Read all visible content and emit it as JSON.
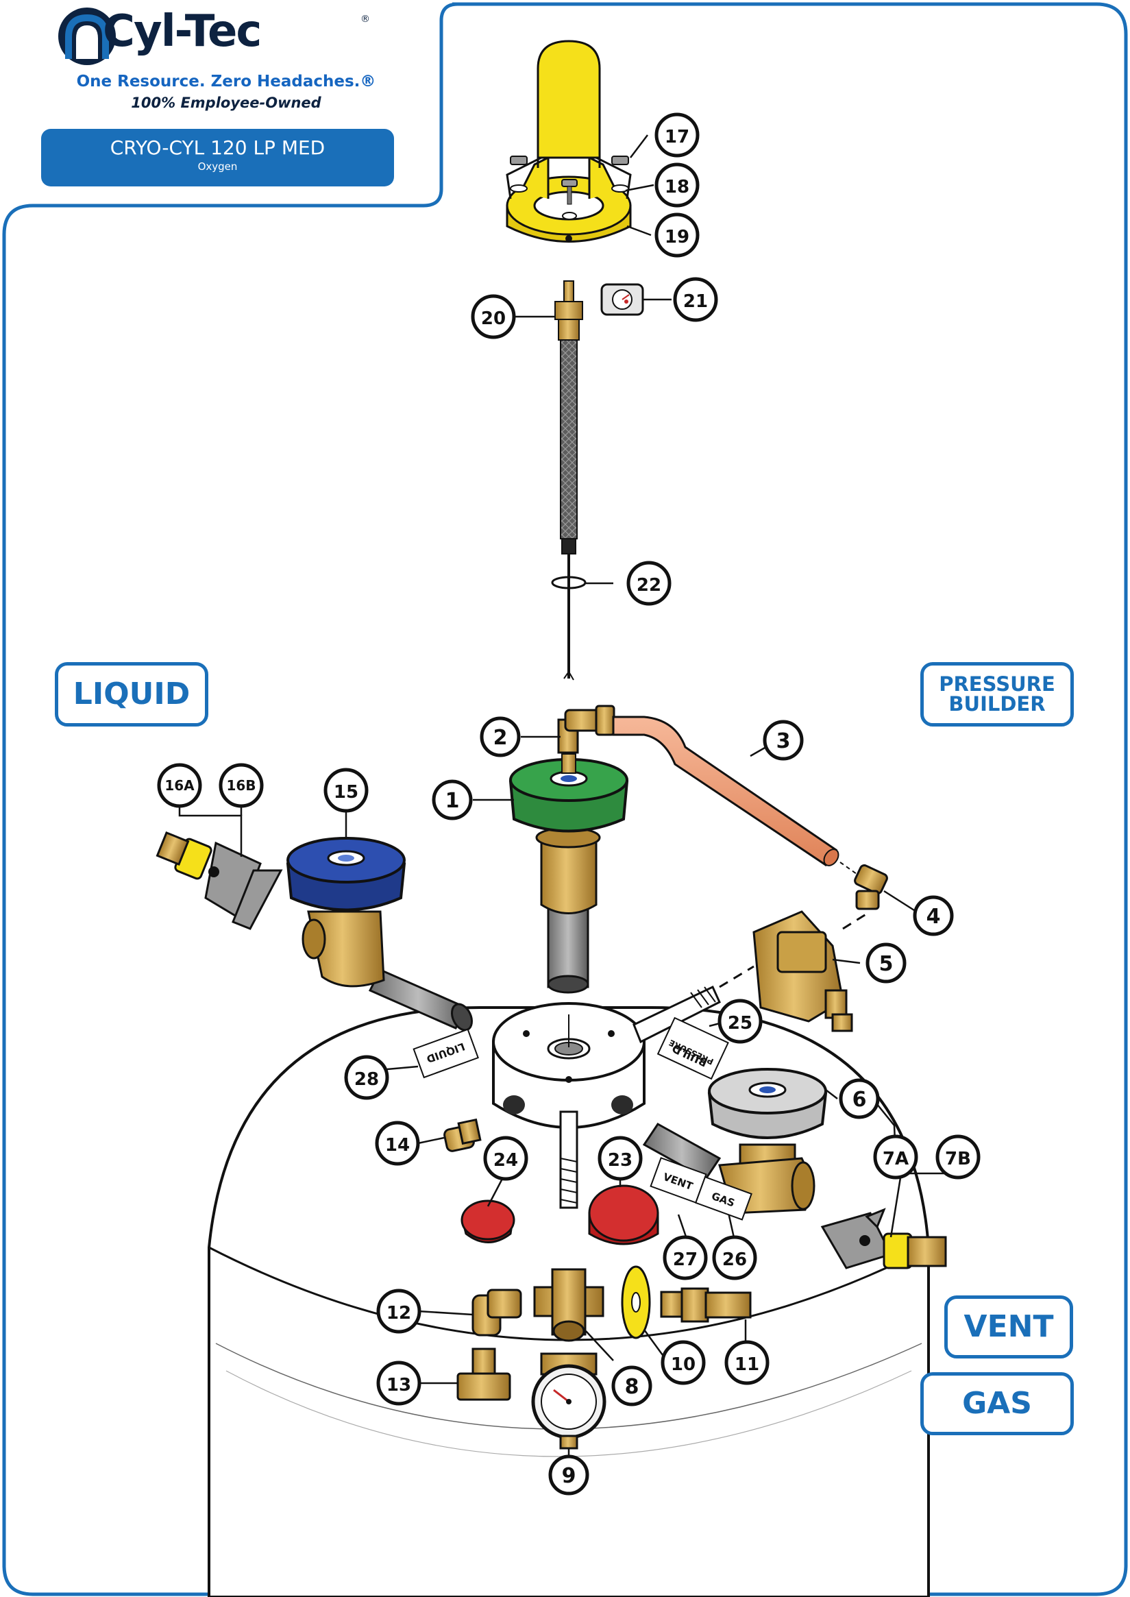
{
  "brand": {
    "name": "Cyl-Tec",
    "registered_mark": "®",
    "tagline": "One Resource. Zero Headaches.®",
    "ownership": "100% Employee-Owned"
  },
  "model": {
    "title": "CRYO-CYL 120 LP MED",
    "subtitle": "Oxygen"
  },
  "port_labels": {
    "liquid": "LIQUID",
    "pressure_line1": "PRESSURE",
    "pressure_line2": "BUILDER",
    "vent": "VENT",
    "gas": "GAS"
  },
  "valve_tags": {
    "liquid": "LIQUID",
    "pressure_line1": "PRESSURE",
    "pressure_line2": "BUILD",
    "vent": "VENT",
    "gas": "GAS"
  },
  "callouts": [
    "1",
    "2",
    "3",
    "4",
    "5",
    "6",
    "7A",
    "7B",
    "8",
    "9",
    "10",
    "11",
    "12",
    "13",
    "14",
    "15",
    "16A",
    "16B",
    "17",
    "18",
    "19",
    "20",
    "21",
    "22",
    "23",
    "24",
    "25",
    "26",
    "27",
    "28"
  ],
  "colors": {
    "brand_blue": "#1a6fb9",
    "brand_navy": "#0d2240",
    "yellow_guard": "#f5e01a",
    "brass": "#c9a046",
    "green_knob": "#2e8b3e",
    "blue_knob": "#1f3a8a",
    "grey_knob": "#bdbdbd",
    "red_cap": "#c62828",
    "copper_tube": "#f2a27a"
  }
}
